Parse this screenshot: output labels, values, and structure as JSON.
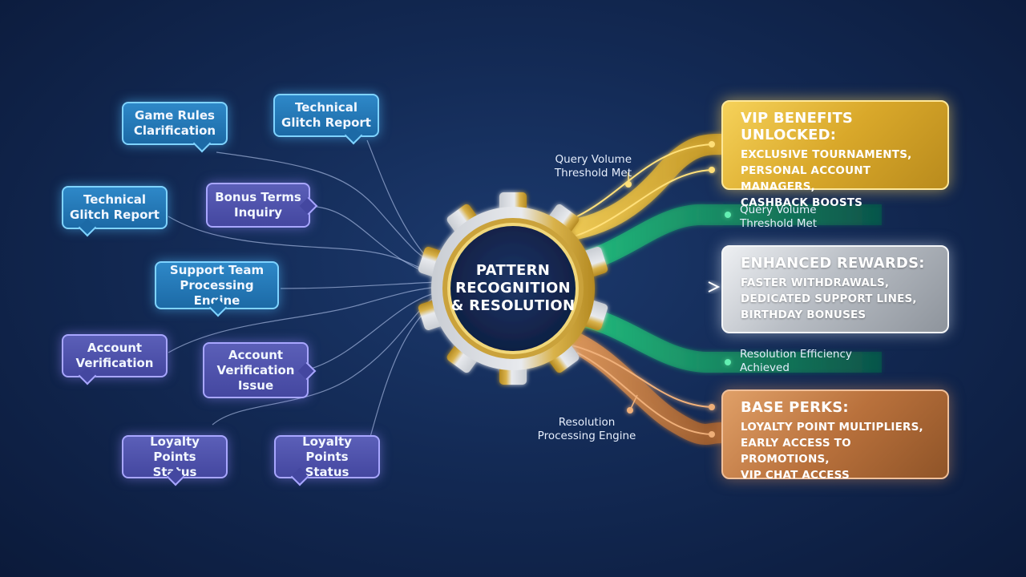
{
  "hub": {
    "title": "PATTERN\nRECOGNITION\n& RESOLUTION"
  },
  "queries": [
    {
      "label": "Game Rules\nClarification"
    },
    {
      "label": "Technical\nGlitch Report"
    },
    {
      "label": "Technical\nGlitch Report"
    },
    {
      "label": "Bonus Terms\nInquiry"
    },
    {
      "label": "Support Team\nProcessing Engine"
    },
    {
      "label": "Account\nVerification"
    },
    {
      "label": "Account\nVerification\nIssue"
    },
    {
      "label": "Loyalty Points\nStatus"
    },
    {
      "label": "Loyalty Points\nStatus"
    }
  ],
  "flow_labels": [
    {
      "text": "Query Volume\nThreshold Met"
    },
    {
      "text": "Query Volume\nThreshold Met"
    },
    {
      "text": "Resolution Efficiency\nAchieved"
    },
    {
      "text": "Resolution\nProcessing Engine"
    }
  ],
  "tiers": [
    {
      "title": "VIP BENEFITS UNLOCKED:",
      "lines": [
        "EXCLUSIVE TOURNAMENTS,",
        "PERSONAL ACCOUNT MANAGERS,",
        "CASHBACK BOOSTS"
      ],
      "color": "#e2b337"
    },
    {
      "title": "ENHANCED REWARDS:",
      "lines": [
        "FASTER WITHDRAWALS,",
        "DEDICATED SUPPORT LINES,",
        "BIRTHDAY BONUSES"
      ],
      "color": "#c2c7ce"
    },
    {
      "title": "BASE PERKS:",
      "lines": [
        "LOYALTY POINT MULTIPLIERS,",
        "EARLY ACCESS TO PROMOTIONS,",
        "VIP CHAT ACCESS"
      ],
      "color": "#c0783f"
    }
  ],
  "colors": {
    "background": "#132a55",
    "query_blue": "#2e88c8",
    "query_purple": "#5b5fb8",
    "stream_gold": "#e9be3c",
    "stream_green": "#1aa36a",
    "stream_silver": "#dfe3e8",
    "stream_bronze": "#c47a42"
  }
}
